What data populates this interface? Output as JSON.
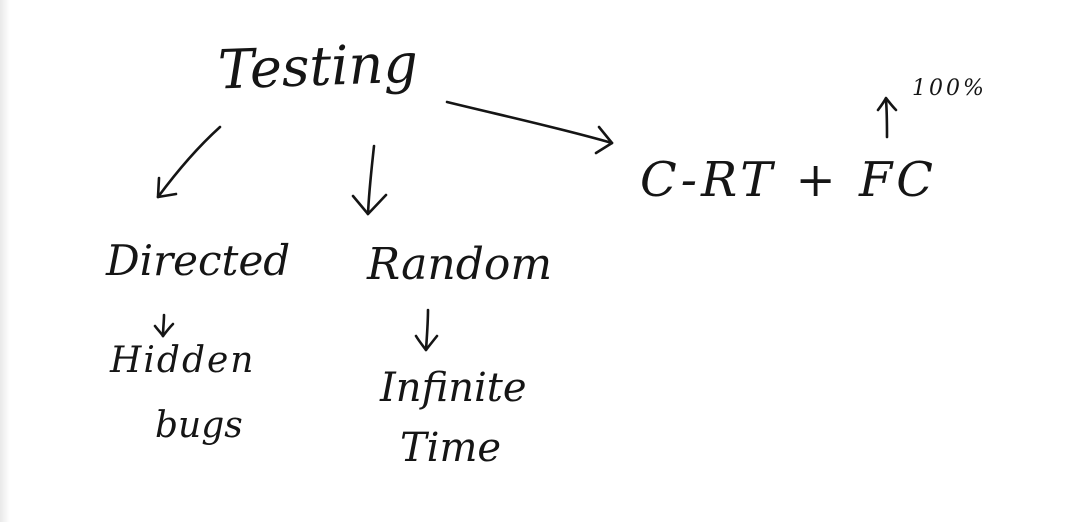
{
  "root": {
    "label": "Testing"
  },
  "branches": {
    "directed": {
      "label": "Directed",
      "consequence": [
        "Hidden",
        "bugs"
      ]
    },
    "random": {
      "label": "Random",
      "consequence": [
        "Infinite",
        "Time"
      ]
    },
    "crt": {
      "label": "C-RT + FC",
      "annotation": "100%"
    }
  },
  "colors": {
    "ink": "#151515",
    "paper": "#ffffff"
  }
}
